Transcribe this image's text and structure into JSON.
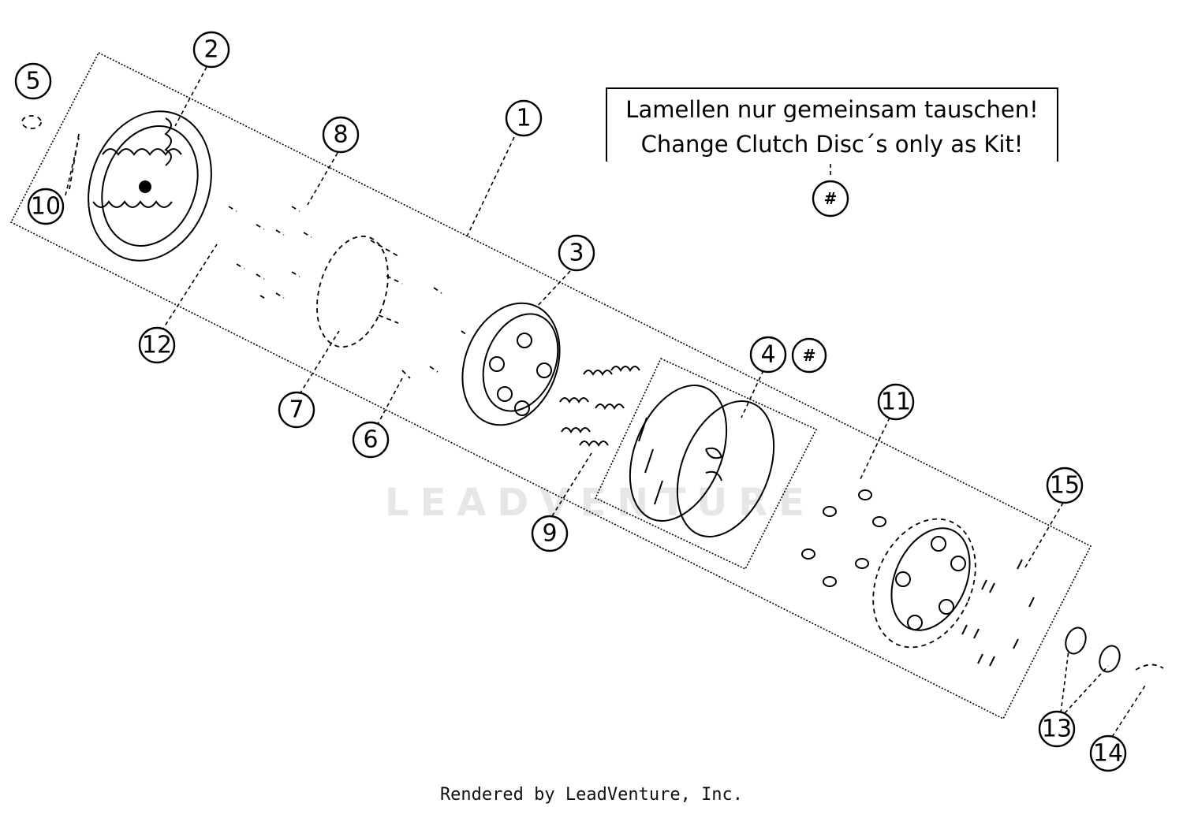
{
  "note": {
    "line1": "Lamellen nur gemeinsam tauschen!",
    "line2": "Change Clutch Disc´s only as Kit!"
  },
  "footer": "Rendered by LeadVenture, Inc.",
  "watermark": "LEADVENTURE",
  "callouts": [
    {
      "id": "1",
      "label": "1"
    },
    {
      "id": "2",
      "label": "2"
    },
    {
      "id": "3",
      "label": "3"
    },
    {
      "id": "4",
      "label": "4"
    },
    {
      "id": "4-hash",
      "label": "#"
    },
    {
      "id": "5",
      "label": "5"
    },
    {
      "id": "6",
      "label": "6"
    },
    {
      "id": "7",
      "label": "7"
    },
    {
      "id": "8",
      "label": "8"
    },
    {
      "id": "9",
      "label": "9"
    },
    {
      "id": "10",
      "label": "10"
    },
    {
      "id": "11",
      "label": "11"
    },
    {
      "id": "12",
      "label": "12"
    },
    {
      "id": "13",
      "label": "13"
    },
    {
      "id": "14",
      "label": "14"
    },
    {
      "id": "15",
      "label": "15"
    },
    {
      "id": "note-hash",
      "label": "#"
    }
  ]
}
